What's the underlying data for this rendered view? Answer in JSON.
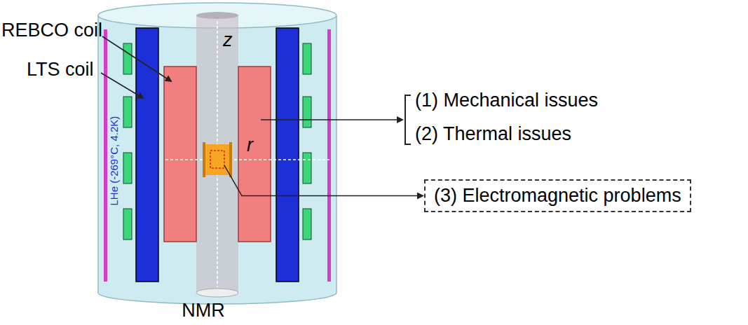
{
  "diagram": {
    "nodes": [
      {
        "text": [
          "(3) Electromagnetic problems"
        ]
      }
    ],
    "labels": [
      "REBCO coil",
      "LTS coil",
      "z",
      "r",
      "LHe (-269°C, 4.2K)",
      "(1) Mechanical issues",
      "(2) Thermal issues",
      "NMR"
    ]
  }
}
